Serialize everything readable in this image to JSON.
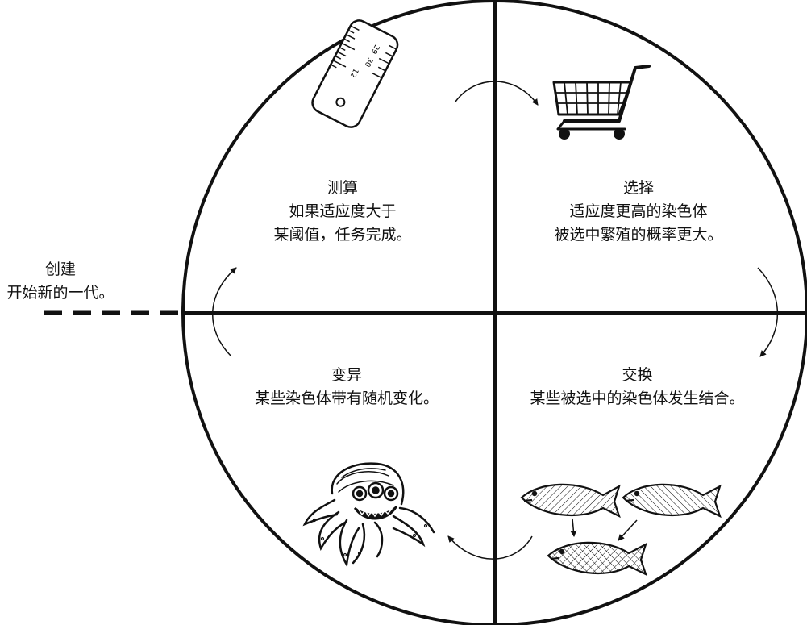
{
  "diagram": {
    "create": {
      "line1": "创建",
      "line2": "开始新的一代。"
    },
    "measure": {
      "title": "测算",
      "line1": "如果适应度大于",
      "line2": "某阈值，任务完成。"
    },
    "select": {
      "title": "选择",
      "line1": "适应度更高的染色体",
      "line2": "被选中繁殖的概率更大。"
    },
    "crossover": {
      "title": "交换",
      "line1": "某些被选中的染色体发生结合。"
    },
    "mutate": {
      "title": "变异",
      "line1": "某些染色体带有随机变化。"
    },
    "ruler_marks": [
      "29",
      "30",
      "12"
    ],
    "icons": [
      "ruler-icon",
      "shopping-cart-icon",
      "fish-icon",
      "octopus-icon",
      "cycle-arrow-icon"
    ]
  }
}
